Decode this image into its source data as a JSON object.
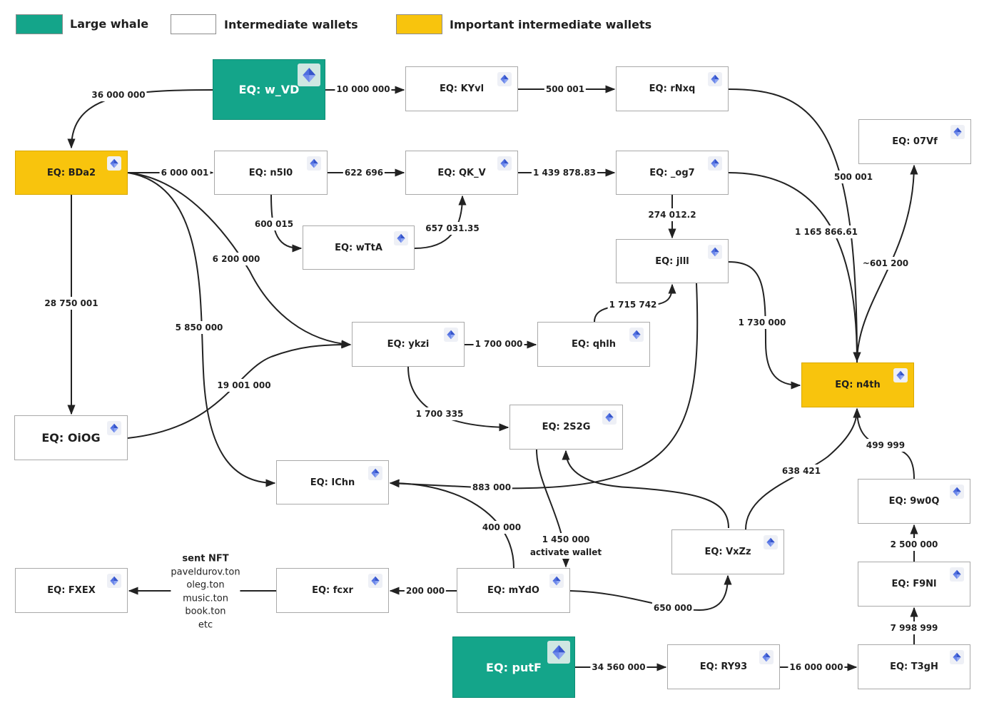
{
  "legend": [
    {
      "label": "Large whale",
      "color": "#14a58a"
    },
    {
      "label": "Intermediate wallets",
      "color": "#ffffff"
    },
    {
      "label": "Important intermediate wallets",
      "color": "#f8c40d"
    }
  ],
  "nodes": {
    "w_VD": {
      "label": "EQ: w_VD",
      "kind": "whale"
    },
    "KYvl": {
      "label": "EQ: KYvl",
      "kind": "intermediate"
    },
    "rNxq": {
      "label": "EQ: rNxq",
      "kind": "intermediate"
    },
    "07Vf": {
      "label": "EQ: 07Vf",
      "kind": "intermediate"
    },
    "BDa2": {
      "label": "EQ: BDa2",
      "kind": "important"
    },
    "n5l0": {
      "label": "EQ: n5l0",
      "kind": "intermediate"
    },
    "QK_V": {
      "label": "EQ: QK_V",
      "kind": "intermediate"
    },
    "_og7": {
      "label": "EQ: _og7",
      "kind": "intermediate"
    },
    "wTtA": {
      "label": "EQ: wTtA",
      "kind": "intermediate"
    },
    "jlll": {
      "label": "EQ: jlll",
      "kind": "intermediate"
    },
    "ykzi": {
      "label": "EQ: ykzi",
      "kind": "intermediate"
    },
    "qhlh": {
      "label": "EQ: qhlh",
      "kind": "intermediate"
    },
    "n4th": {
      "label": "EQ: n4th",
      "kind": "important"
    },
    "OiOG": {
      "label": "EQ: OiOG",
      "kind": "intermediate"
    },
    "2S2G": {
      "label": "EQ: 2S2G",
      "kind": "intermediate"
    },
    "IChn": {
      "label": "EQ: IChn",
      "kind": "intermediate"
    },
    "9w0Q": {
      "label": "EQ: 9w0Q",
      "kind": "intermediate"
    },
    "VxZz": {
      "label": "EQ: VxZz",
      "kind": "intermediate"
    },
    "F9Nl": {
      "label": "EQ: F9Nl",
      "kind": "intermediate"
    },
    "FXEX": {
      "label": "EQ: FXEX",
      "kind": "intermediate"
    },
    "fcxr": {
      "label": "EQ: fcxr",
      "kind": "intermediate"
    },
    "mYdO": {
      "label": "EQ: mYdO",
      "kind": "intermediate"
    },
    "putF": {
      "label": "EQ: putF",
      "kind": "whale"
    },
    "RY93": {
      "label": "EQ: RY93",
      "kind": "intermediate"
    },
    "T3gH": {
      "label": "EQ: T3gH",
      "kind": "intermediate"
    }
  },
  "edges": [
    {
      "id": "e1",
      "from": "w_VD",
      "to": "BDa2",
      "label": "36 000 000"
    },
    {
      "id": "e2",
      "from": "w_VD",
      "to": "KYvl",
      "label": "10 000 000"
    },
    {
      "id": "e3",
      "from": "KYvl",
      "to": "rNxq",
      "label": "500 001"
    },
    {
      "id": "e4",
      "from": "rNxq",
      "to": "n4th",
      "label": "500 001"
    },
    {
      "id": "e5",
      "from": "BDa2",
      "to": "n5l0",
      "label": "6 000 001"
    },
    {
      "id": "e6",
      "from": "n5l0",
      "to": "QK_V",
      "label": "622 696"
    },
    {
      "id": "e7",
      "from": "QK_V",
      "to": "_og7",
      "label": "1 439 878.83"
    },
    {
      "id": "e8",
      "from": "n5l0",
      "to": "wTtA",
      "label": "600 015"
    },
    {
      "id": "e9",
      "from": "wTtA",
      "to": "QK_V",
      "label": "657 031.35"
    },
    {
      "id": "e10",
      "from": "_og7",
      "to": "jlll",
      "label": "274 012.2"
    },
    {
      "id": "e11",
      "from": "_og7",
      "to": "n4th",
      "label": "1 165 866.61"
    },
    {
      "id": "e12",
      "from": "n4th",
      "to": "07Vf",
      "label": "~601 200"
    },
    {
      "id": "e13",
      "from": "jlll",
      "to": "n4th",
      "label": "1 730 000"
    },
    {
      "id": "e14",
      "from": "BDa2",
      "to": "ykzi",
      "label": "6 200 000"
    },
    {
      "id": "e15",
      "from": "BDa2",
      "to": "IChn",
      "label": "5 850 000"
    },
    {
      "id": "e16",
      "from": "BDa2",
      "to": "OiOG",
      "label": "28 750 001"
    },
    {
      "id": "e17",
      "from": "OiOG",
      "to": "ykzi",
      "label": "19 001 000"
    },
    {
      "id": "e18",
      "from": "ykzi",
      "to": "qhlh",
      "label": "1 700 000"
    },
    {
      "id": "e19",
      "from": "qhlh",
      "to": "jlll",
      "label": "1 715 742"
    },
    {
      "id": "e20",
      "from": "ykzi",
      "to": "2S2G",
      "label": "1 700 335"
    },
    {
      "id": "e21",
      "from": "jlll",
      "to": "IChn",
      "label": "883 000"
    },
    {
      "id": "e22",
      "from": "VxZz",
      "to": "2S2G",
      "label": ""
    },
    {
      "id": "e23",
      "from": "VxZz",
      "to": "n4th",
      "label": "638 421"
    },
    {
      "id": "e24",
      "from": "9w0Q",
      "to": "n4th",
      "label": "499 999"
    },
    {
      "id": "e25",
      "from": "mYdO",
      "to": "IChn",
      "label": "400 000"
    },
    {
      "id": "e26",
      "from": "2S2G",
      "to": "mYdO",
      "label": "1 450 000\nactivate wallet"
    },
    {
      "id": "e27",
      "from": "mYdO",
      "to": "VxZz",
      "label": "650 000"
    },
    {
      "id": "e28",
      "from": "mYdO",
      "to": "fcxr",
      "label": "200 000"
    },
    {
      "id": "e29",
      "from": "fcxr",
      "to": "FXEX",
      "label": ""
    },
    {
      "id": "e30",
      "from": "F9Nl",
      "to": "9w0Q",
      "label": "2 500 000"
    },
    {
      "id": "e31",
      "from": "T3gH",
      "to": "F9Nl",
      "label": "7 998 999"
    },
    {
      "id": "e32",
      "from": "putF",
      "to": "RY93",
      "label": "34 560 000"
    },
    {
      "id": "e33",
      "from": "RY93",
      "to": "T3gH",
      "label": "16 000 000"
    }
  ],
  "nft_note": {
    "heading": "sent NFT",
    "items": [
      "paveldurov.ton",
      "oleg.ton",
      "music.ton",
      "book.ton",
      "etc"
    ]
  },
  "colors": {
    "whale": "#14a58a",
    "important": "#f8c40d",
    "intermediate": "#ffffff",
    "edge": "#222222",
    "ton_icon": "#4f6ee0"
  }
}
